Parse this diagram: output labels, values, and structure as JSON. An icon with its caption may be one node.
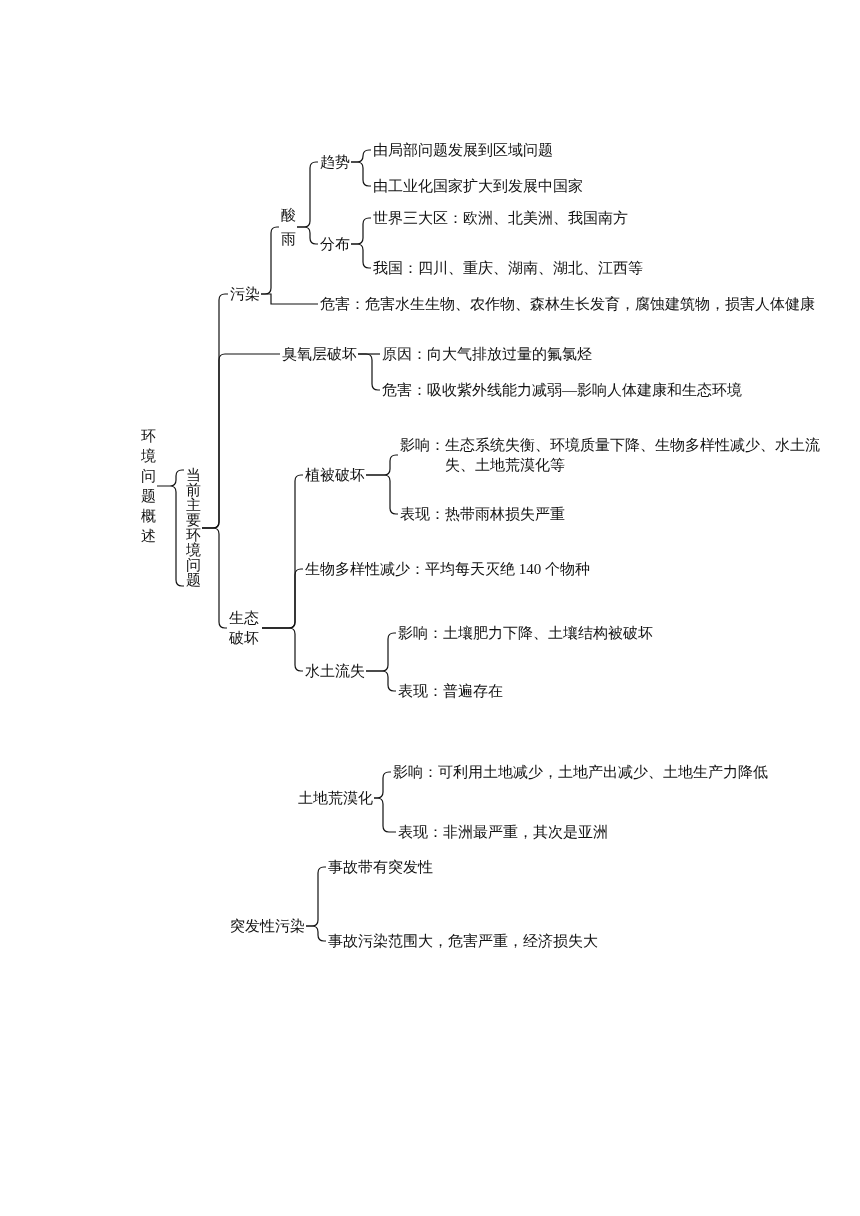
{
  "diagram": {
    "nodes": [
      {
        "text": [
          "环境问题概述"
        ]
      },
      {
        "text": [
          "当前主要环境问题"
        ]
      },
      {
        "text": [
          "污染"
        ]
      },
      {
        "text": [
          "酸雨"
        ]
      },
      {
        "text": [
          "趋势"
        ]
      },
      {
        "text": [
          "由局部问题发展到区域问题"
        ]
      },
      {
        "text": [
          "由工业化国家扩大到发展中国家"
        ]
      },
      {
        "text": [
          "分布"
        ]
      },
      {
        "text": [
          "世界三大区：欧洲、北美洲、我国南方"
        ]
      },
      {
        "text": [
          "我国：四川、重庆、湖南、湖北、江西等"
        ]
      },
      {
        "text": [
          "危害：危害水生生物、农作物、森林生长发育，腐蚀建筑物，损害人体健康"
        ]
      },
      {
        "text": [
          "臭氧层破坏"
        ]
      },
      {
        "text": [
          "原因：向大气排放过量的氟氯烃"
        ]
      },
      {
        "text": [
          "危害：吸收紫外线能力减弱—影响人体建康和生态环境"
        ]
      },
      {
        "text": [
          "生态破坏"
        ]
      },
      {
        "text": [
          "植被破坏"
        ]
      },
      {
        "text": [
          "影响：生态系统失衡、环境质量下降、生物多样性减少、水土流失、土地荒漠化等"
        ]
      },
      {
        "text": [
          "表现：热带雨林损失严重"
        ]
      },
      {
        "text": [
          "生物多样性减少：平均每天灭绝 140 个物种"
        ]
      },
      {
        "text": [
          "水土流失"
        ]
      },
      {
        "text": [
          "影响：土壤肥力下降、土壤结构被破坏"
        ]
      },
      {
        "text": [
          "表现：普遍存在"
        ]
      },
      {
        "text": [
          "土地荒漠化"
        ]
      },
      {
        "text": [
          "影响：可利用土地减少，土地产出减少、土地生产力降低"
        ]
      },
      {
        "text": [
          "表现：非洲最严重，其次是亚洲"
        ]
      },
      {
        "text": [
          "突发性污染"
        ]
      },
      {
        "text": [
          "事故带有突发性"
        ]
      },
      {
        "text": [
          "事故污染范围大，危害严重，经济损失大"
        ]
      }
    ],
    "edges": [
      {
        "from": 0,
        "to": 1,
        "arrow": "none"
      },
      {
        "from": 1,
        "to": 2,
        "arrow": "none"
      },
      {
        "from": 1,
        "to": 11,
        "arrow": "none"
      },
      {
        "from": 1,
        "to": 14,
        "arrow": "none"
      },
      {
        "from": 2,
        "to": 3,
        "arrow": "none"
      },
      {
        "from": 2,
        "to": 10,
        "arrow": "none"
      },
      {
        "from": 3,
        "to": 4,
        "arrow": "none"
      },
      {
        "from": 3,
        "to": 7,
        "arrow": "none"
      },
      {
        "from": 4,
        "to": 5,
        "arrow": "none"
      },
      {
        "from": 4,
        "to": 6,
        "arrow": "none"
      },
      {
        "from": 7,
        "to": 8,
        "arrow": "none"
      },
      {
        "from": 7,
        "to": 9,
        "arrow": "none"
      },
      {
        "from": 11,
        "to": 12,
        "arrow": "none"
      },
      {
        "from": 11,
        "to": 13,
        "arrow": "none"
      },
      {
        "from": 14,
        "to": 15,
        "arrow": "none"
      },
      {
        "from": 14,
        "to": 18,
        "arrow": "none"
      },
      {
        "from": 14,
        "to": 19,
        "arrow": "none"
      },
      {
        "from": 15,
        "to": 16,
        "arrow": "none"
      },
      {
        "from": 15,
        "to": 17,
        "arrow": "none"
      },
      {
        "from": 19,
        "to": 20,
        "arrow": "none"
      },
      {
        "from": 19,
        "to": 21,
        "arrow": "none"
      },
      {
        "from": 22,
        "to": 23,
        "arrow": "none"
      },
      {
        "from": 22,
        "to": 24,
        "arrow": "none"
      },
      {
        "from": 25,
        "to": 26,
        "arrow": "none"
      },
      {
        "from": 25,
        "to": 27,
        "arrow": "none"
      }
    ]
  }
}
